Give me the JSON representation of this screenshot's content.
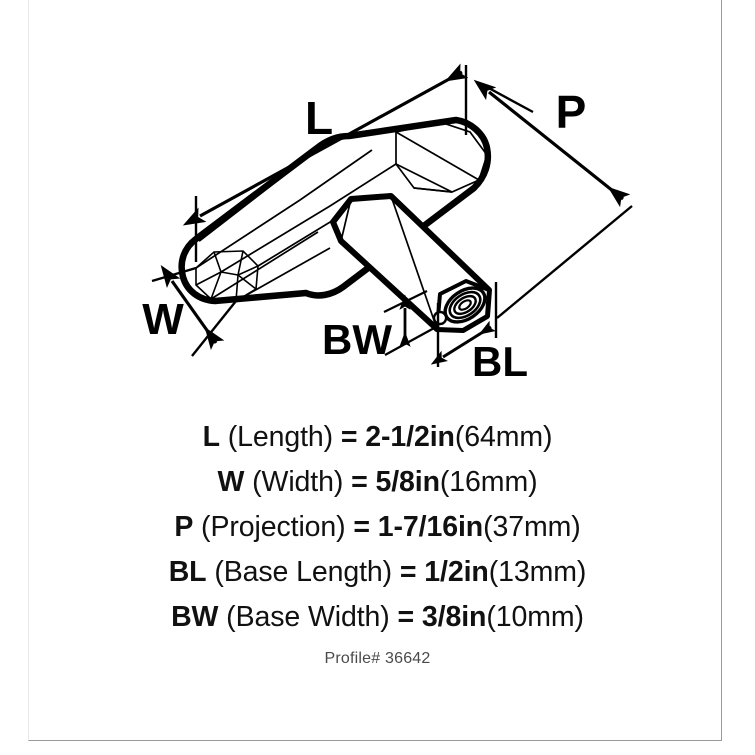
{
  "diagram": {
    "title": "T-knob dimensional drawing",
    "labels": [
      {
        "key": "L",
        "text": "L"
      },
      {
        "key": "W",
        "text": "W"
      },
      {
        "key": "P",
        "text": "P"
      },
      {
        "key": "BW",
        "text": "BW"
      },
      {
        "key": "BL",
        "text": "BL"
      }
    ],
    "line_color": "#000000",
    "background_color": "#ffffff"
  },
  "specs": [
    {
      "code": "L",
      "name": " (Length)",
      "equals": " = ",
      "value": "2-1/2in",
      "metric": "(64mm)"
    },
    {
      "code": "W",
      "name": " (Width)",
      "equals": " = ",
      "value": "5/8in",
      "metric": "(16mm)"
    },
    {
      "code": "P",
      "name": " (Projection)",
      "equals": " = ",
      "value": "1-7/16in",
      "metric": "(37mm)"
    },
    {
      "code": "BL",
      "name": " (Base Length)",
      "equals": " = ",
      "value": "1/2in",
      "metric": "(13mm)"
    },
    {
      "code": "BW",
      "name": " (Base Width)",
      "equals": " = ",
      "value": "3/8in",
      "metric": "(10mm)"
    }
  ],
  "profile": {
    "label": "Profile# 36642"
  }
}
